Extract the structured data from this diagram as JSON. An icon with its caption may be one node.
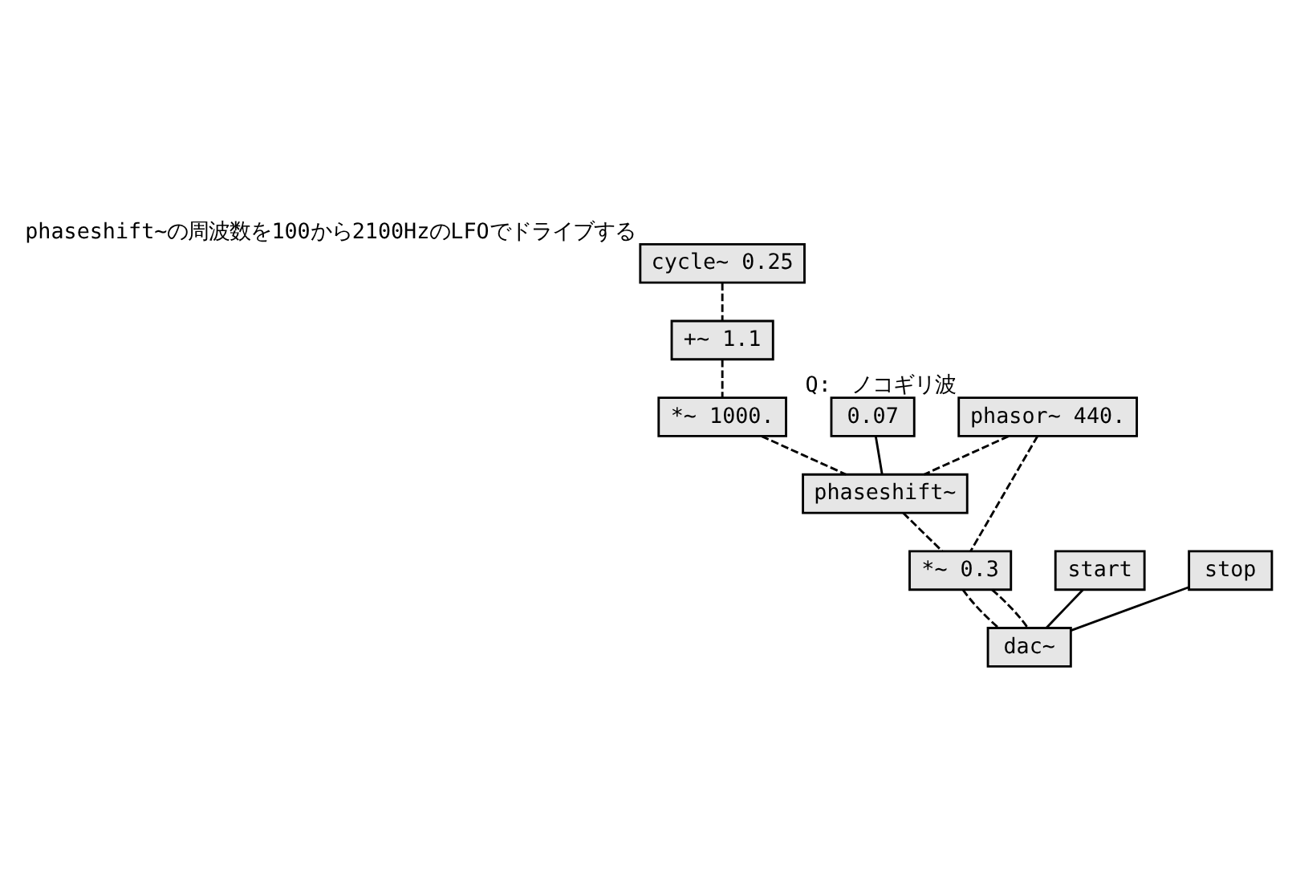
{
  "diagram": {
    "nodes": [
      {
        "text": [
          "cycle~ 0.25"
        ],
        "beside": [
          "phaseshift~の周波数を100から2100HzのLFOでドライブする"
        ]
      },
      {
        "text": [
          "+~ 1.1"
        ]
      },
      {
        "text": [
          "phasor~ 440."
        ],
        "beside": [
          "ノコギリ波"
        ]
      },
      {
        "text": [
          "*~ 1000."
        ]
      },
      {
        "text": [
          "0.07"
        ],
        "beside": [
          "Q:"
        ]
      },
      {
        "text": [
          "phaseshift~"
        ]
      },
      {
        "text": [
          "*~ 0.3"
        ]
      },
      {
        "text": [
          "start"
        ]
      },
      {
        "text": [
          "stop"
        ]
      },
      {
        "text": [
          "dac~"
        ]
      }
    ],
    "edges": [
      {
        "from": 0,
        "to": 1,
        "arrow": "none",
        "style": "dashed"
      },
      {
        "from": 1,
        "to": 3,
        "arrow": "none",
        "style": "dashed"
      },
      {
        "from": 2,
        "to": 5,
        "arrow": "none",
        "style": "dashed"
      },
      {
        "from": 3,
        "to": 5,
        "arrow": "none",
        "style": "dashed"
      },
      {
        "from": 4,
        "to": 5,
        "arrow": "none"
      },
      {
        "from": 2,
        "to": 6,
        "arrow": "none",
        "style": "dashed"
      },
      {
        "from": 5,
        "to": 6,
        "arrow": "none",
        "style": "dashed"
      },
      {
        "from": 6,
        "to": 9,
        "arrow": "none",
        "style": "dashed"
      },
      {
        "from": 6,
        "to": 9,
        "arrow": "none",
        "style": "dashed"
      },
      {
        "from": 7,
        "to": 9,
        "arrow": "none"
      },
      {
        "from": 8,
        "to": 9,
        "arrow": "none"
      }
    ]
  }
}
